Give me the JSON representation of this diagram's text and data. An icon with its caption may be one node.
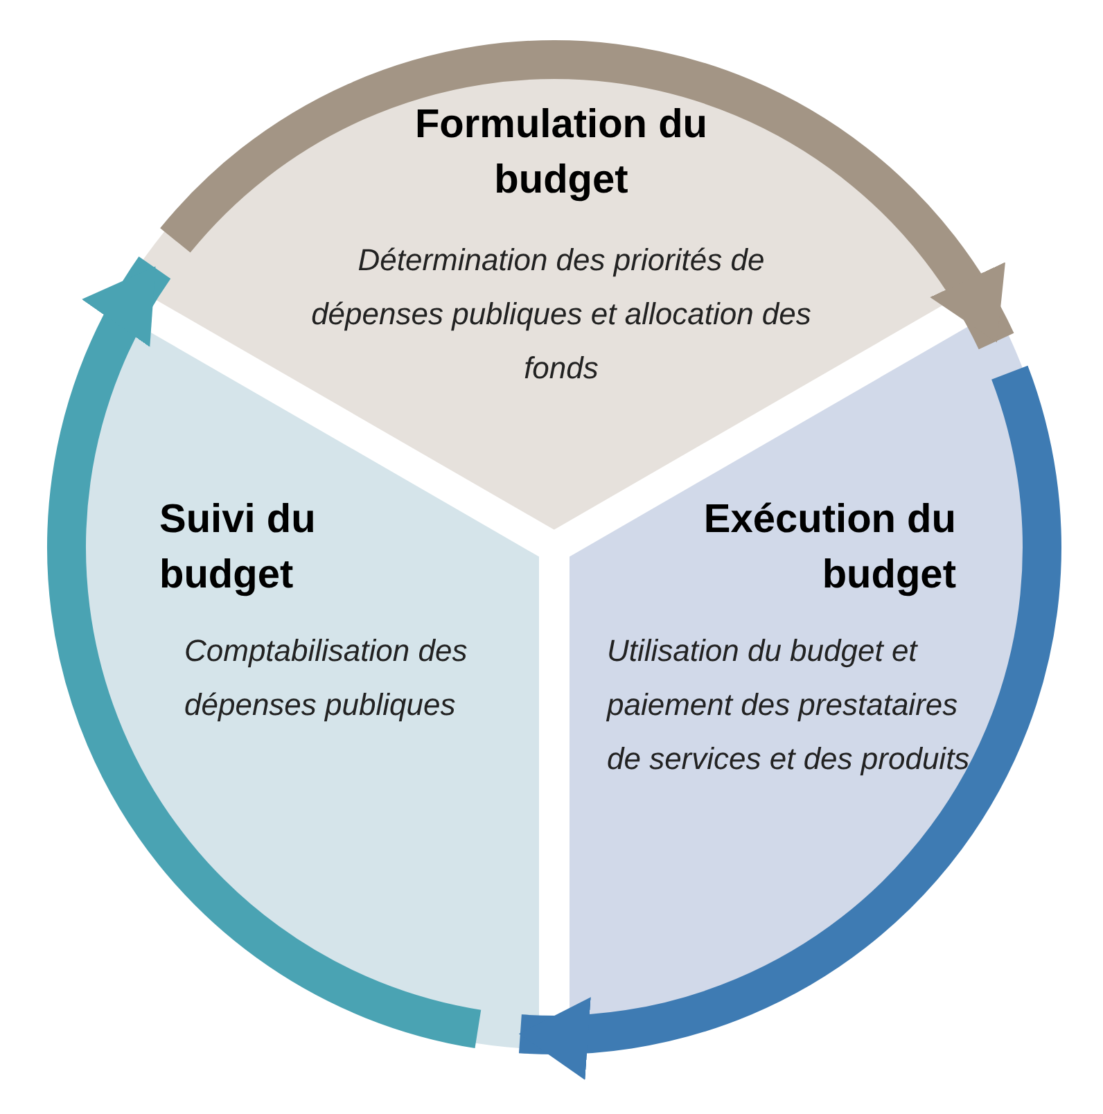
{
  "diagram": {
    "nodes": [
      {
        "text": [
          "Formulation du budget",
          "Détermination des priorités de dépenses publiques et allocation des fonds"
        ]
      },
      {
        "text": [
          "Exécution du budget",
          "Utilisation du budget et paiement des prestataires de services et des produits"
        ]
      },
      {
        "text": [
          "Suivi du budget",
          "Comptabilisation des dépenses publiques"
        ]
      }
    ],
    "edges": [
      {
        "from": 0,
        "to": 1,
        "arrow": "to",
        "color": "#a39585"
      },
      {
        "from": 1,
        "to": 2,
        "arrow": "to",
        "color": "#3e7bb3"
      },
      {
        "from": 2,
        "to": 0,
        "arrow": "to",
        "color": "#4aa3b3"
      }
    ]
  }
}
